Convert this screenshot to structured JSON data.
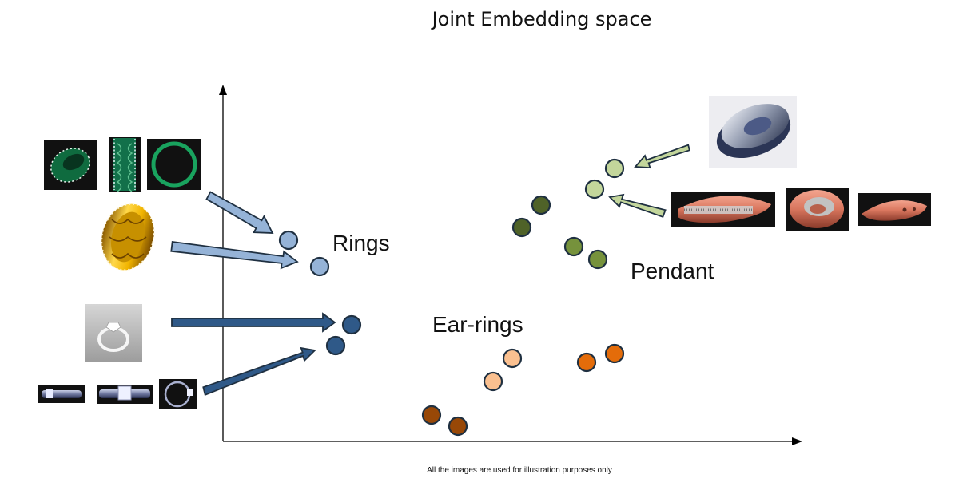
{
  "title": "Joint Embedding space",
  "footnote": "All the images are used for illustration purposes only",
  "clusters": {
    "rings": "Rings",
    "pendant": "Pendant",
    "earrings": "Ear-rings"
  },
  "colors": {
    "rings_light": "#95b3d7",
    "rings_dark": "#2f5988",
    "pendant_light": "#c3d69b",
    "pendant_dark": "#4f6228",
    "pendant_mid": "#76923c",
    "earrings_light": "#fac090",
    "earrings_mid": "#e46c0a",
    "earrings_dark": "#984807",
    "outline": "#1f3041",
    "ring_thumb_bg": "#111111"
  },
  "icons": {
    "emerald_ring_band": "green-band-ring-icon",
    "gold_ring": "gold-celtic-ring-icon",
    "solitaire_ring": "solitaire-ring-icon",
    "pendant_silver": "silver-pendant-icon",
    "pendant_copper": "copper-pendant-icon"
  }
}
